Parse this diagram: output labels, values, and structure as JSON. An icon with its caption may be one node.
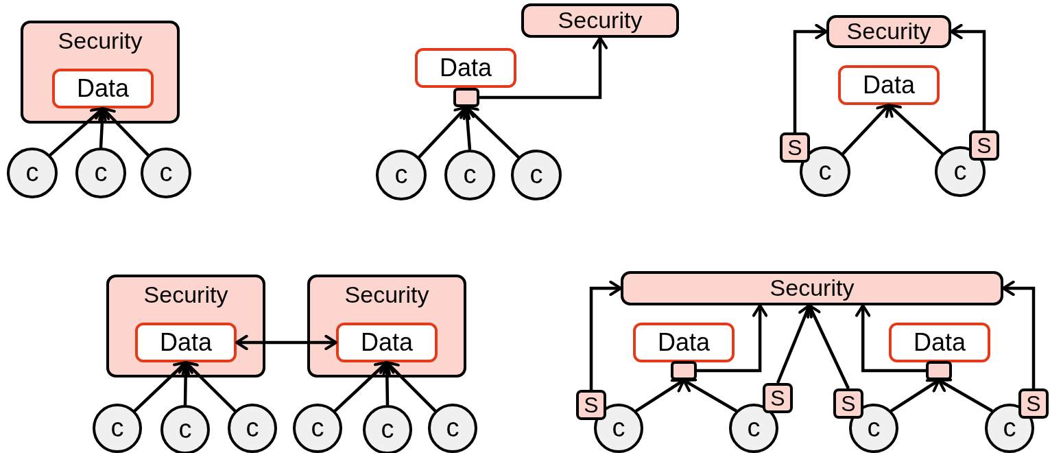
{
  "diagram": {
    "nodes": [
      {
        "text": [
          "Security"
        ]
      },
      {
        "text": [
          "Data"
        ],
        "in": 0
      },
      {
        "text": [
          "c"
        ]
      },
      {
        "text": [
          "c"
        ]
      },
      {
        "text": [
          "c"
        ]
      },
      {
        "text": [
          "Data"
        ]
      },
      {
        "text": [],
        "shape": "box"
      },
      {
        "text": [
          "Security"
        ]
      },
      {
        "text": [
          "c"
        ]
      },
      {
        "text": [
          "c"
        ]
      },
      {
        "text": [
          "c"
        ]
      },
      {
        "text": [
          "Security"
        ]
      },
      {
        "text": [
          "Data"
        ]
      },
      {
        "text": [
          "S"
        ]
      },
      {
        "text": [
          "S"
        ]
      },
      {
        "text": [
          "c"
        ]
      },
      {
        "text": [
          "c"
        ]
      },
      {
        "text": [
          "Security"
        ]
      },
      {
        "text": [
          "Data"
        ],
        "in": 17
      },
      {
        "text": [
          "Security"
        ]
      },
      {
        "text": [
          "Data"
        ],
        "in": 19
      },
      {
        "text": [
          "c"
        ]
      },
      {
        "text": [
          "c"
        ]
      },
      {
        "text": [
          "c"
        ]
      },
      {
        "text": [
          "c"
        ]
      },
      {
        "text": [
          "c"
        ]
      },
      {
        "text": [
          "c"
        ]
      },
      {
        "text": [
          "Security"
        ]
      },
      {
        "text": [
          "Data"
        ]
      },
      {
        "text": [
          "Data"
        ]
      },
      {
        "text": [],
        "shape": "box"
      },
      {
        "text": [],
        "shape": "box"
      },
      {
        "text": [
          "S"
        ]
      },
      {
        "text": [
          "S"
        ]
      },
      {
        "text": [
          "S"
        ]
      },
      {
        "text": [
          "S"
        ]
      },
      {
        "text": [
          "c"
        ]
      },
      {
        "text": [
          "c"
        ]
      },
      {
        "text": [
          "c"
        ]
      },
      {
        "text": [
          "c"
        ]
      }
    ],
    "edges": [
      {
        "from": 2,
        "to": 1,
        "arrow": "to"
      },
      {
        "from": 3,
        "to": 1,
        "arrow": "to"
      },
      {
        "from": 4,
        "to": 1,
        "arrow": "to"
      },
      {
        "from": 8,
        "to": 6,
        "arrow": "to"
      },
      {
        "from": 9,
        "to": 6,
        "arrow": "to"
      },
      {
        "from": 10,
        "to": 6,
        "arrow": "to"
      },
      {
        "from": 6,
        "to": 7,
        "arrow": "to"
      },
      {
        "from": 13,
        "to": 11,
        "arrow": "to"
      },
      {
        "from": 14,
        "to": 11,
        "arrow": "to"
      },
      {
        "from": 15,
        "to": 12,
        "arrow": "to"
      },
      {
        "from": 16,
        "to": 12,
        "arrow": "to"
      },
      {
        "from": 18,
        "to": 20,
        "arrow": "both"
      },
      {
        "from": 21,
        "to": 18,
        "arrow": "to"
      },
      {
        "from": 22,
        "to": 18,
        "arrow": "to"
      },
      {
        "from": 23,
        "to": 18,
        "arrow": "to"
      },
      {
        "from": 24,
        "to": 20,
        "arrow": "to"
      },
      {
        "from": 25,
        "to": 20,
        "arrow": "to"
      },
      {
        "from": 26,
        "to": 20,
        "arrow": "to"
      },
      {
        "from": 32,
        "to": 27,
        "arrow": "to"
      },
      {
        "from": 30,
        "to": 27,
        "arrow": "to"
      },
      {
        "from": 33,
        "to": 27,
        "arrow": "to"
      },
      {
        "from": 34,
        "to": 27,
        "arrow": "to"
      },
      {
        "from": 31,
        "to": 27,
        "arrow": "to"
      },
      {
        "from": 35,
        "to": 27,
        "arrow": "to"
      },
      {
        "from": 36,
        "to": 30,
        "arrow": "to"
      },
      {
        "from": 37,
        "to": 30,
        "arrow": "to"
      },
      {
        "from": 38,
        "to": 31,
        "arrow": "to"
      },
      {
        "from": 39,
        "to": 31,
        "arrow": "to"
      }
    ]
  }
}
